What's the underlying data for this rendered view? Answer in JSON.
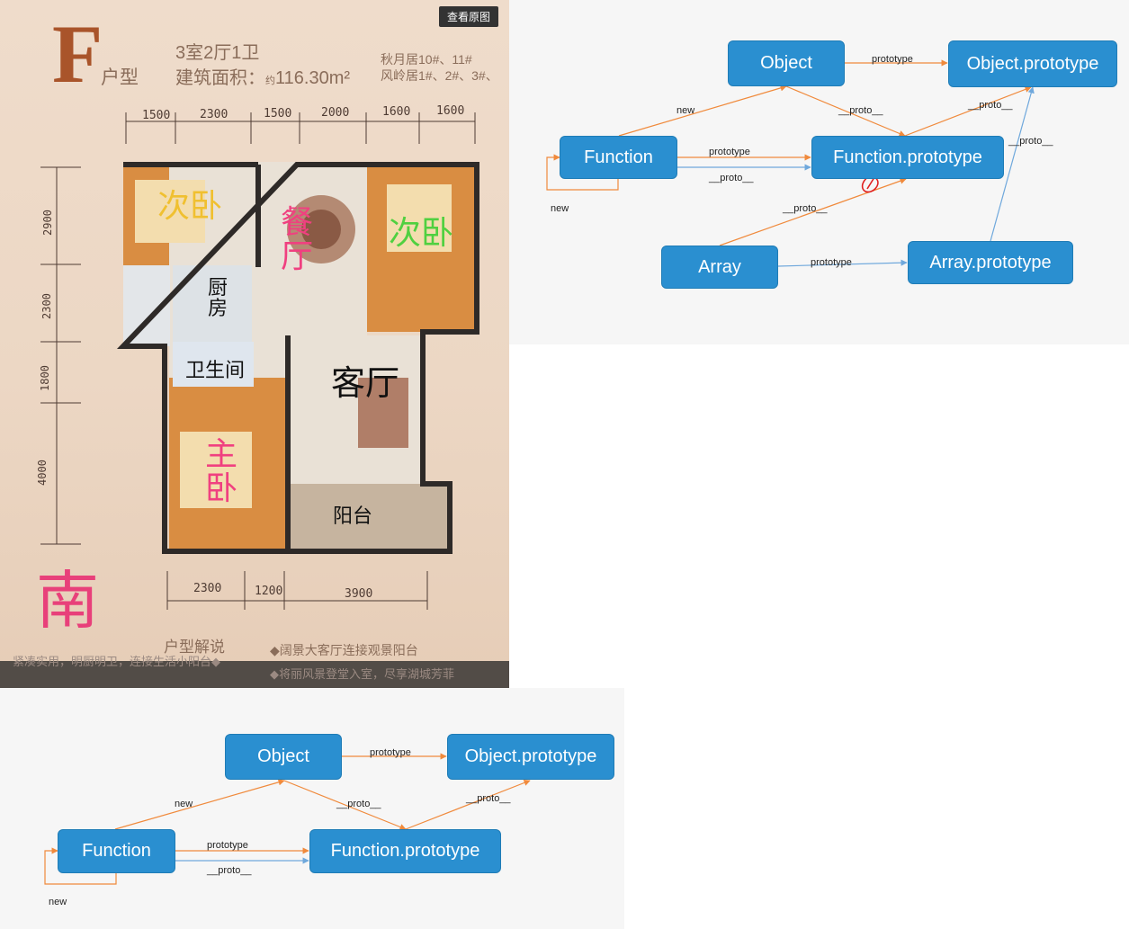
{
  "floorplan": {
    "view_original_button": "查看原图",
    "type_letter": "F",
    "type_label": "户型",
    "layout": "3室2厅1卫",
    "area_label": "建筑面积：",
    "area_prefix": "约",
    "area_value": "116.30m²",
    "buildings_line1": "秋月居10#、11#",
    "buildings_line2": "风岭居1#、2#、3#、",
    "top_dimensions": [
      "1500",
      "2300",
      "1500",
      "2000",
      "1600",
      "1600"
    ],
    "left_dimensions": [
      "2900",
      "2300",
      "1800",
      "4000"
    ],
    "bottom_dimensions": [
      "2300",
      "1200",
      "3900"
    ],
    "rooms": {
      "secondary_bedroom_left": "次卧",
      "dining_room": "餐厅",
      "secondary_bedroom_right": "次卧",
      "kitchen": "厨房",
      "bathroom": "卫生间",
      "living_room": "客厅",
      "master_bedroom": "主卧",
      "balcony": "阳台"
    },
    "south_label": "南",
    "explanation_title": "户型解说",
    "feature_1": "◆阔景大客厅连接观景阳台",
    "feature_2": "紧凑实用，明厨明卫，连接生活小阳台◆",
    "feature_3": "◆将丽风景登堂入室，尽享湖城芳菲"
  },
  "diagram_top": {
    "nodes": {
      "object": "Object",
      "object_prototype": "Object.prototype",
      "function": "Function",
      "function_prototype": "Function.prototype",
      "array": "Array",
      "array_prototype": "Array.prototype"
    },
    "labels": {
      "obj_prototype": "prototype",
      "new_to_function": "new",
      "funcproto_to_obj_proto": "__proto__",
      "funcproto_to_objproto": "__proto__",
      "func_prototype": "prototype",
      "func_proto": "__proto__",
      "arrayproto_to_objproto": "__proto__",
      "func_self_new": "new",
      "array_proto": "__proto__",
      "array_prototype": "prototype"
    }
  },
  "diagram_bottom": {
    "nodes": {
      "object": "Object",
      "object_prototype": "Object.prototype",
      "function": "Function",
      "function_prototype": "Function.prototype"
    },
    "labels": {
      "obj_prototype": "prototype",
      "new_to_function": "new",
      "obj_proto": "__proto__",
      "funcproto_to_objproto": "__proto__",
      "func_prototype": "prototype",
      "func_proto": "__proto__",
      "func_self_new": "new"
    }
  },
  "colors": {
    "node_blue": "#2a8fd0",
    "orange_arrow": "#f08a3c",
    "blue_arrow": "#6fa8dc",
    "annotation_red": "#e02020"
  }
}
